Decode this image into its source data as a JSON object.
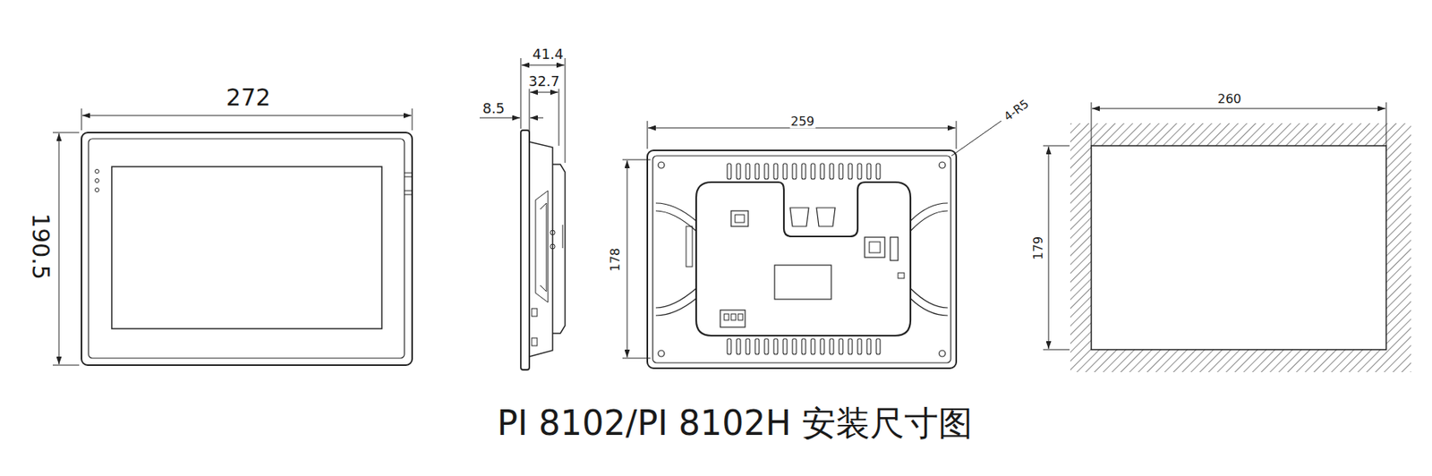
{
  "diagram": {
    "caption": "PI 8102/PI 8102H 安装尺寸图",
    "labels": [
      "272",
      "190.5",
      "41.4",
      "32.7",
      "8.5",
      "259",
      "178",
      "4-R5",
      "260",
      "179"
    ]
  }
}
